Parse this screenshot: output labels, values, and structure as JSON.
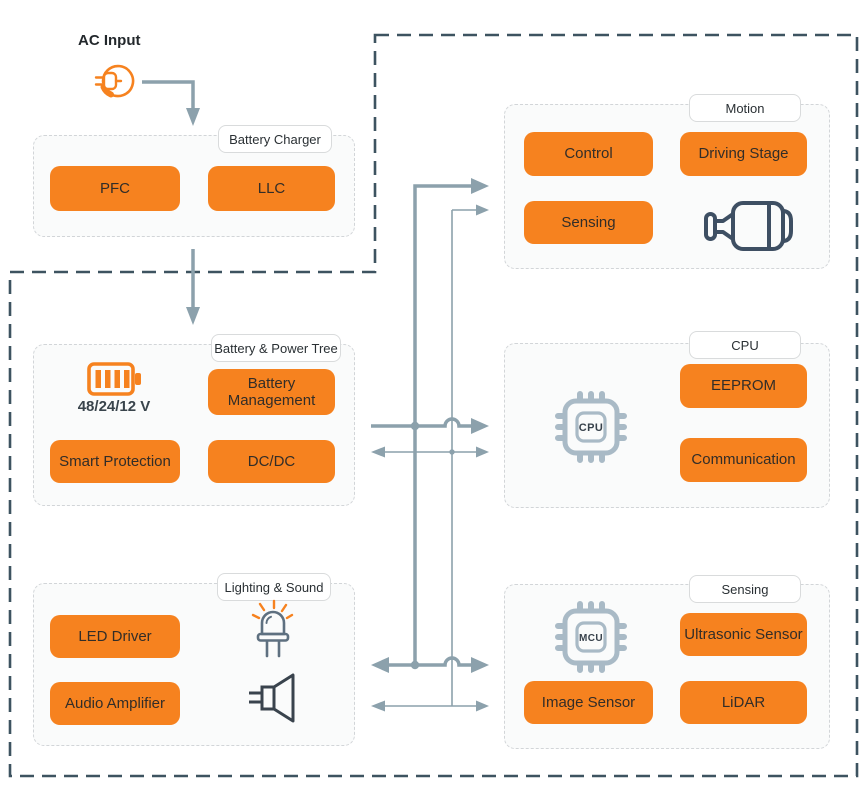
{
  "ac_input": {
    "label": "AC Input"
  },
  "groups": {
    "charger": {
      "label": "Battery Charger",
      "modules": {
        "pfc": "PFC",
        "llc": "LLC"
      }
    },
    "power": {
      "label": "Battery & Power Tree",
      "voltage": "48/24/12 V",
      "modules": {
        "battery_management": "Battery Management",
        "smart_protection": "Smart Protection",
        "dc_dc": "DC/DC"
      }
    },
    "lighting": {
      "label": "Lighting & Sound",
      "modules": {
        "led_driver": "LED Driver",
        "audio_amplifier": "Audio Amplifier"
      }
    },
    "motion": {
      "label": "Motion",
      "modules": {
        "control": "Control",
        "driving_stage": "Driving Stage",
        "sensing": "Sensing"
      }
    },
    "cpu": {
      "label": "CPU",
      "chip_text": "CPU",
      "modules": {
        "eeprom": "EEPROM",
        "communication": "Communication"
      }
    },
    "sensing": {
      "label": "Sensing",
      "chip_text": "MCU",
      "modules": {
        "ultrasonic_sensor": "Ultrasonic Sensor",
        "image_sensor": "Image Sensor",
        "lidar": "LiDAR"
      }
    }
  },
  "icons": {
    "ac_input": "plug-icon",
    "power": "battery-icon",
    "lighting": [
      "led-icon",
      "speaker-icon"
    ],
    "motion": "motor-icon",
    "cpu": "cpu-chip-icon",
    "sensing": "mcu-chip-icon"
  },
  "colors": {
    "accent_orange": "#f6821f",
    "boundary_dark": "#3d5360",
    "connector_gray": "#8ca1ac",
    "chip_gray": "#a9bac6",
    "icon_dark": "#3e4f63",
    "group_bg": "#fafbfb"
  }
}
